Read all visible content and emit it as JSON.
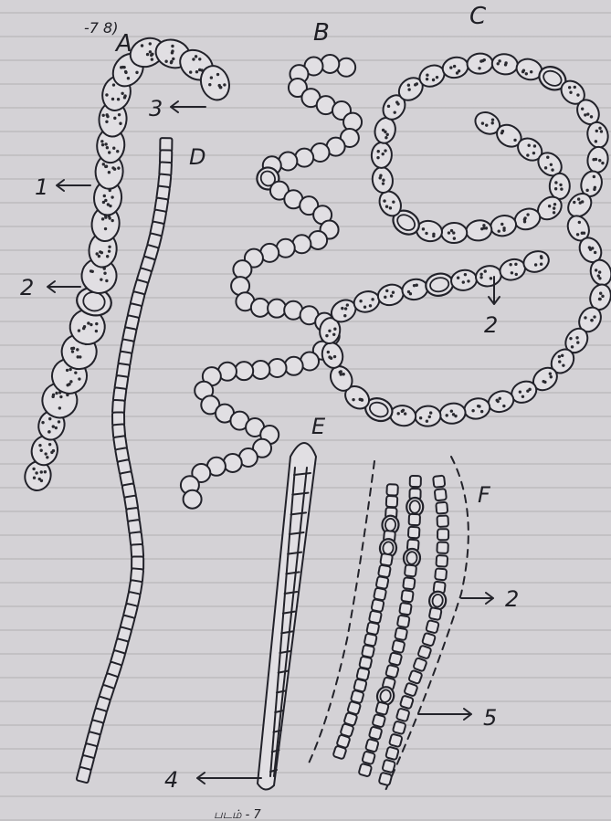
{
  "header": {
    "fragment": "-7 8)"
  },
  "panels": {
    "a": "A",
    "b": "B",
    "c": "C",
    "d": "D",
    "e": "E",
    "f": "F"
  },
  "callouts": {
    "c1": "1",
    "c2a": "2",
    "c3": "3",
    "c2c": "2",
    "c2f": "2",
    "c5": "5",
    "c4": "4"
  },
  "footer": {
    "text": "படம் - 7"
  }
}
